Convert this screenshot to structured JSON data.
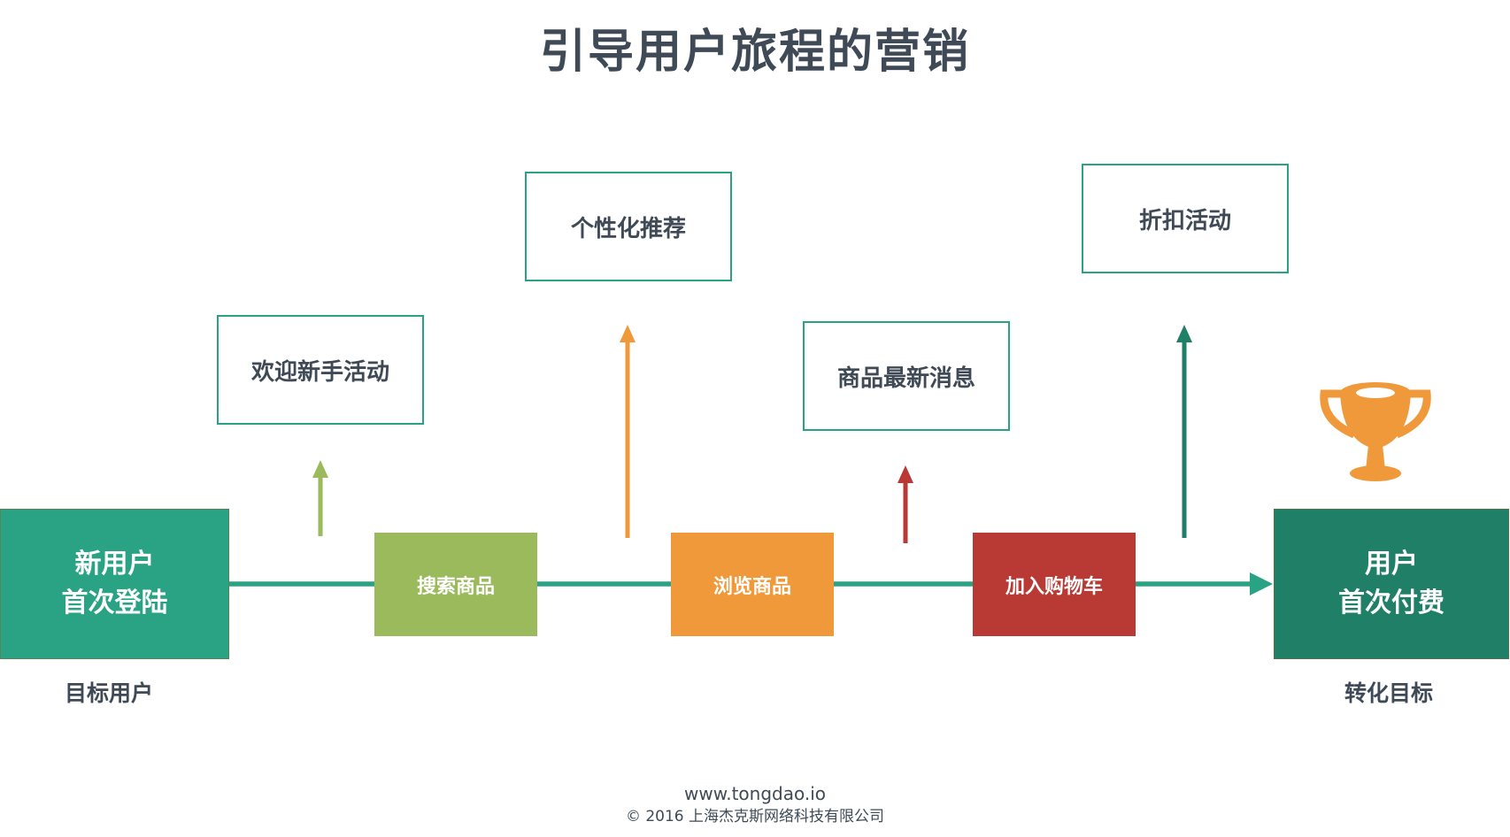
{
  "title": "引导用户旅程的营销",
  "start": {
    "line1": "新用户",
    "line2": "首次登陆",
    "caption": "目标用户"
  },
  "end": {
    "line1": "用户",
    "line2": "首次付费",
    "caption": "转化目标"
  },
  "steps": [
    {
      "label": "搜索商品"
    },
    {
      "label": "浏览商品"
    },
    {
      "label": "加入购物车"
    }
  ],
  "touchpoints": [
    {
      "label": "欢迎新手活动"
    },
    {
      "label": "个性化推荐"
    },
    {
      "label": "商品最新消息"
    },
    {
      "label": "折扣活动"
    }
  ],
  "colors": {
    "start": "#2aa384",
    "end": "#1f7f67",
    "search": "#9aba5c",
    "browse": "#f0993a",
    "cart": "#b93a35",
    "flow_line": "#2aa384",
    "touchpoint_border": "#2aa384",
    "trophy": "#f0993a",
    "text": "#3f4a56"
  },
  "icons": {
    "goal": "trophy-icon"
  },
  "footer": {
    "url": "www.tongdao.io",
    "copyright": "© 2016 上海杰克斯网络科技有限公司"
  }
}
